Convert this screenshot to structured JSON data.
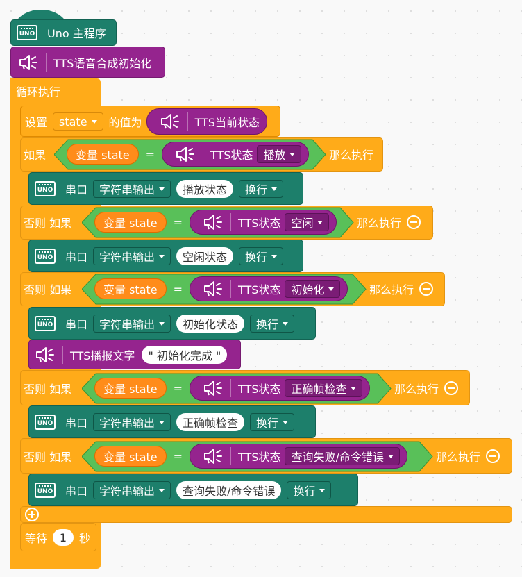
{
  "hat": {
    "board_badge": "UNO",
    "title": "Uno 主程序"
  },
  "init_block": {
    "label": "TTS语音合成初始化"
  },
  "loop": {
    "label": "循环执行"
  },
  "set_state": {
    "prefix": "设置",
    "variable": "state",
    "suffix": "的值为",
    "reporter": "TTS当前状态"
  },
  "conditions": [
    {
      "keyword": "如果",
      "var_label": "变量 state",
      "op": "=",
      "tts_label": "TTS状态",
      "status": "播放",
      "then": "那么执行",
      "removable": false
    },
    {
      "keyword": "否则 如果",
      "var_label": "变量 state",
      "op": "=",
      "tts_label": "TTS状态",
      "status": "空闲",
      "then": "那么执行",
      "removable": true
    },
    {
      "keyword": "否则 如果",
      "var_label": "变量 state",
      "op": "=",
      "tts_label": "TTS状态",
      "status": "初始化",
      "then": "那么执行",
      "removable": true
    },
    {
      "keyword": "否则 如果",
      "var_label": "变量 state",
      "op": "=",
      "tts_label": "TTS状态",
      "status": "正确帧检查",
      "then": "那么执行",
      "removable": true
    },
    {
      "keyword": "否则 如果",
      "var_label": "变量 state",
      "op": "=",
      "tts_label": "TTS状态",
      "status": "查询失败/命令错误",
      "then": "那么执行",
      "removable": true
    }
  ],
  "serial_blocks": [
    {
      "label": "串口",
      "mode": "字符串输出",
      "text": "播放状态",
      "newline": "换行"
    },
    {
      "label": "串口",
      "mode": "字符串输出",
      "text": "空闲状态",
      "newline": "换行"
    },
    {
      "label": "串口",
      "mode": "字符串输出",
      "text": "初始化状态",
      "newline": "换行"
    },
    {
      "label": "串口",
      "mode": "字符串输出",
      "text": "正确帧检查",
      "newline": "换行"
    },
    {
      "label": "串口",
      "mode": "字符串输出",
      "text": "查询失败/命令错误",
      "newline": "换行"
    }
  ],
  "speak_block": {
    "label": "TTS播报文字",
    "text": "\" 初始化完成 \""
  },
  "wait_block": {
    "prefix": "等待",
    "value": "1",
    "unit": "秒"
  },
  "colors": {
    "teal": "#1d7f6b",
    "purple": "#95248e",
    "orange": "#ffab19",
    "green": "#59c059",
    "variable_orange": "#ff8c1a"
  }
}
